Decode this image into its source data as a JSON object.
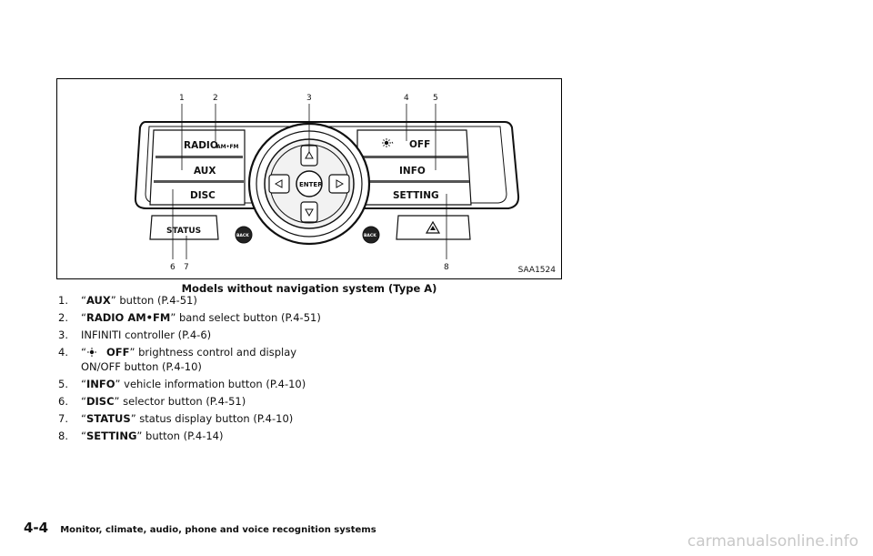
{
  "figure": {
    "code": "SAA1524",
    "caption": "Models without navigation system (Type A)",
    "callouts": [
      "1",
      "2",
      "3",
      "4",
      "5",
      "6",
      "7",
      "8"
    ],
    "panel_labels": {
      "radio": "RADIO",
      "am_fm": "AM•FM",
      "aux": "AUX",
      "disc": "DISC",
      "off": "OFF",
      "info": "INFO",
      "setting": "SETTING",
      "status": "STATUS",
      "enter": "ENTER",
      "back_left": "BACK",
      "back_right": "BACK"
    },
    "icons": [
      "up-arrow",
      "down-arrow",
      "left-arrow",
      "right-arrow",
      "brightness-icon",
      "hazard-icon"
    ]
  },
  "items": [
    {
      "num": "1.",
      "quote_open": "“",
      "label": "AUX",
      "quote_close": "”",
      "text": " button (P.4-51)"
    },
    {
      "num": "2.",
      "quote_open": "“",
      "label": "RADIO AM•FM",
      "quote_close": "”",
      "text": " band select button (P.4-51)"
    },
    {
      "num": "3.",
      "quote_open": "",
      "label": "",
      "quote_close": "",
      "text": "INFINITI controller (P.4-6)"
    },
    {
      "num": "4.",
      "quote_open": "“",
      "label": "OFF",
      "quote_close": "”",
      "text": " brightness control and display ON/OFF button (P.4-10)"
    },
    {
      "num": "5.",
      "quote_open": "“",
      "label": "INFO",
      "quote_close": "”",
      "text": " vehicle information button (P.4-10)"
    },
    {
      "num": "6.",
      "quote_open": "“",
      "label": "DISC",
      "quote_close": "”",
      "text": " selector button (P.4-51)"
    },
    {
      "num": "7.",
      "quote_open": "“",
      "label": "STATUS",
      "quote_close": "”",
      "text": " status display button (P.4-10)"
    },
    {
      "num": "8.",
      "quote_open": "“",
      "label": "SETTING",
      "quote_close": "”",
      "text": " button (P.4-14)"
    }
  ],
  "footer": {
    "page": "4-4",
    "section": "Monitor, climate, audio, phone and voice recognition systems"
  },
  "watermark": "carmanualsonline.info"
}
